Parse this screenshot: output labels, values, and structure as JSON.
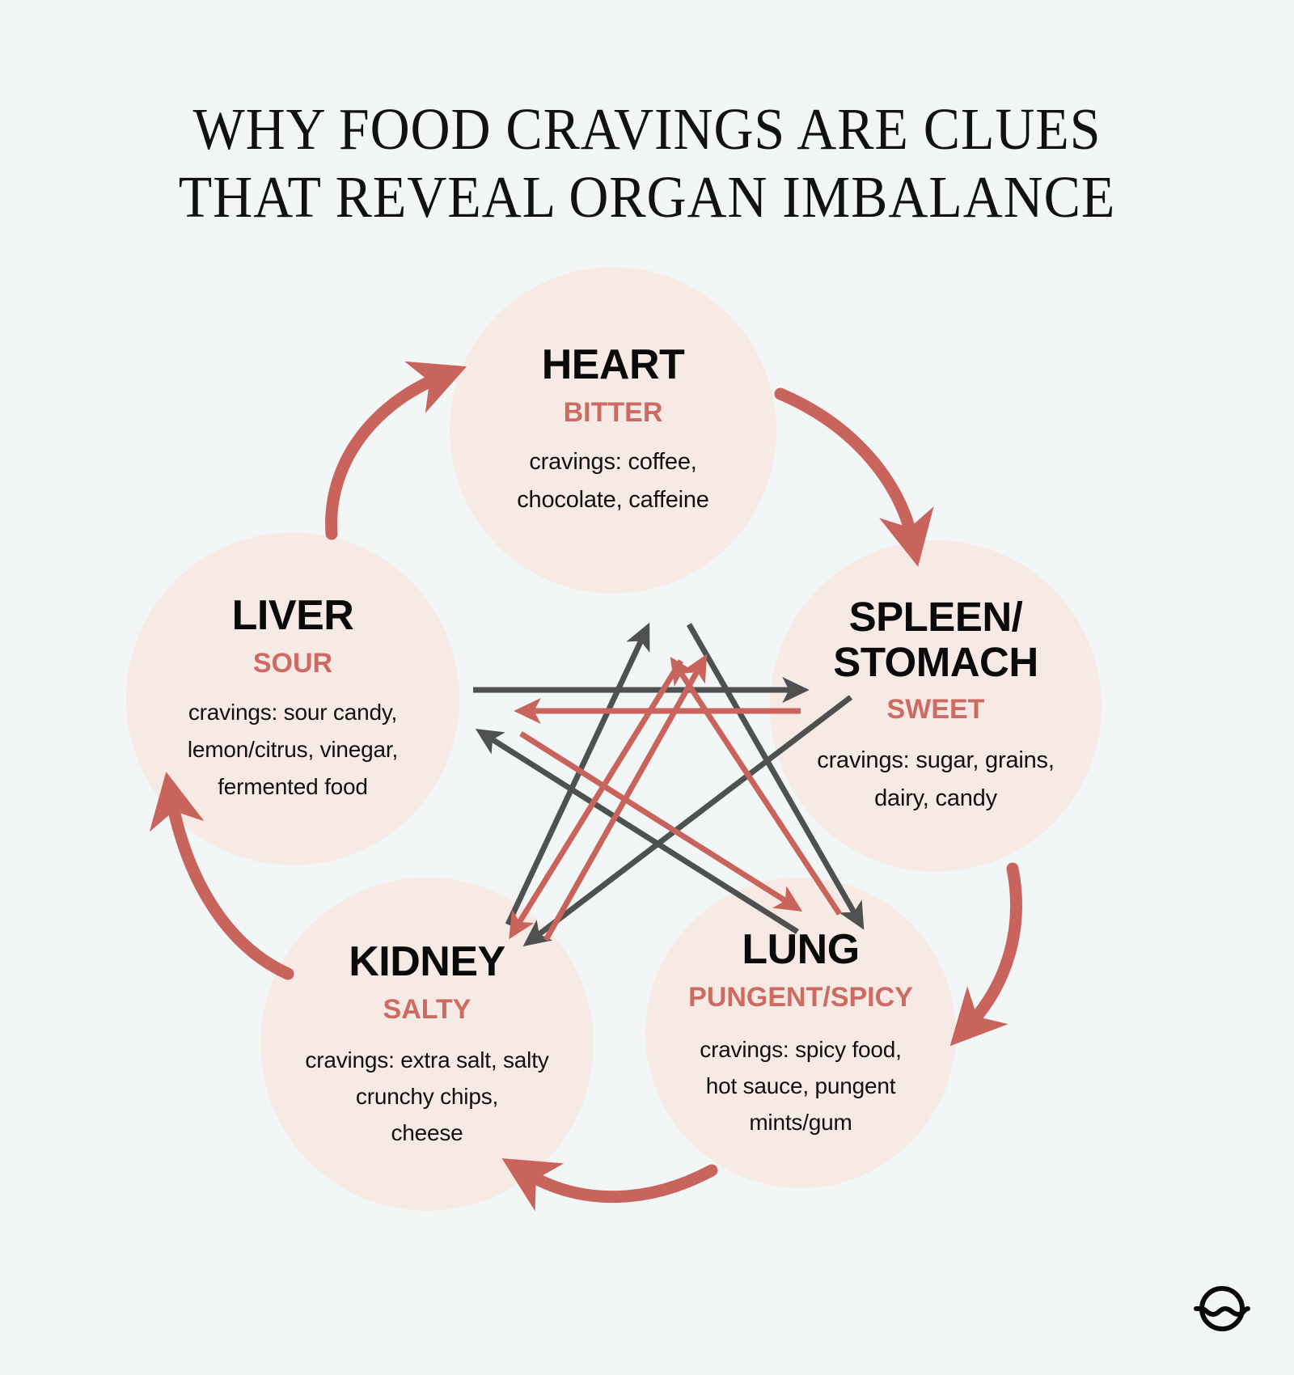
{
  "title": {
    "line1": "WHY FOOD CRAVINGS ARE CLUES",
    "line2": "THAT REVEAL ORGAN IMBALANCE"
  },
  "colors": {
    "background": "#f2f6f7",
    "circle_fill": "#f7e9e3",
    "accent_red": "#cd6a61",
    "arrow_red": "#c9645c",
    "arrow_gray": "#4f5151",
    "text_dark": "#0a0a0a"
  },
  "nodes": [
    {
      "id": "heart",
      "organ": "HEART",
      "flavor": "BITTER",
      "cravings_lines": [
        "cravings: coffee,",
        "chocolate, caffeine"
      ]
    },
    {
      "id": "spleen",
      "organ_lines": [
        "SPLEEN/",
        "STOMACH"
      ],
      "flavor": "SWEET",
      "cravings_lines": [
        "cravings: sugar, grains,",
        "dairy, candy"
      ]
    },
    {
      "id": "lung",
      "organ": "LUNG",
      "flavor": "PUNGENT/SPICY",
      "cravings_lines": [
        "cravings: spicy food,",
        "hot sauce, pungent",
        "mints/gum"
      ]
    },
    {
      "id": "kidney",
      "organ": "KIDNEY",
      "flavor": "SALTY",
      "cravings_lines": [
        "cravings: extra salt, salty",
        "crunchy chips,",
        "cheese"
      ]
    },
    {
      "id": "liver",
      "organ": "LIVER",
      "flavor": "SOUR",
      "cravings_lines": [
        "cravings: sour candy,",
        "lemon/citrus, vinegar,",
        "fermented food"
      ]
    }
  ],
  "chart_data": {
    "type": "diagram",
    "title": "WHY FOOD CRAVINGS ARE CLUES THAT REVEAL ORGAN IMBALANCE",
    "layout": "five-element pentagon with generating (outer) cycle and controlling (inner star) cycles",
    "nodes": [
      {
        "name": "HEART",
        "flavor": "BITTER",
        "cravings": "coffee, chocolate, caffeine",
        "position": "top"
      },
      {
        "name": "SPLEEN/STOMACH",
        "flavor": "SWEET",
        "cravings": "sugar, grains, dairy, candy",
        "position": "right"
      },
      {
        "name": "LUNG",
        "flavor": "PUNGENT/SPICY",
        "cravings": "spicy food, hot sauce, pungent mints/gum",
        "position": "bottom-right"
      },
      {
        "name": "KIDNEY",
        "flavor": "SALTY",
        "cravings": "extra salt, salty crunchy chips, cheese",
        "position": "bottom-left"
      },
      {
        "name": "LIVER",
        "flavor": "SOUR",
        "cravings": "sour candy, lemon/citrus, vinegar, fermented food",
        "position": "left"
      }
    ],
    "outer_cycle": {
      "color": "#c9645c",
      "style": "thick curved arrows clockwise",
      "edges": [
        [
          "LIVER",
          "HEART"
        ],
        [
          "HEART",
          "SPLEEN/STOMACH"
        ],
        [
          "SPLEEN/STOMACH",
          "LUNG"
        ],
        [
          "LUNG",
          "KIDNEY"
        ],
        [
          "KIDNEY",
          "LIVER"
        ]
      ]
    },
    "inner_star": {
      "gray": {
        "color": "#4f5151",
        "edges": [
          [
            "LIVER",
            "SPLEEN/STOMACH"
          ],
          [
            "SPLEEN/STOMACH",
            "KIDNEY"
          ],
          [
            "KIDNEY",
            "HEART"
          ],
          [
            "HEART",
            "LUNG"
          ],
          [
            "LUNG",
            "LIVER"
          ]
        ]
      },
      "red": {
        "color": "#c9645c",
        "edges": [
          [
            "SPLEEN/STOMACH",
            "LIVER"
          ],
          [
            "KIDNEY",
            "SPLEEN/STOMACH"
          ],
          [
            "HEART",
            "KIDNEY"
          ],
          [
            "LUNG",
            "HEART"
          ],
          [
            "LIVER",
            "LUNG"
          ]
        ]
      }
    }
  },
  "logo": {
    "name": "wave-in-circle-logo"
  }
}
